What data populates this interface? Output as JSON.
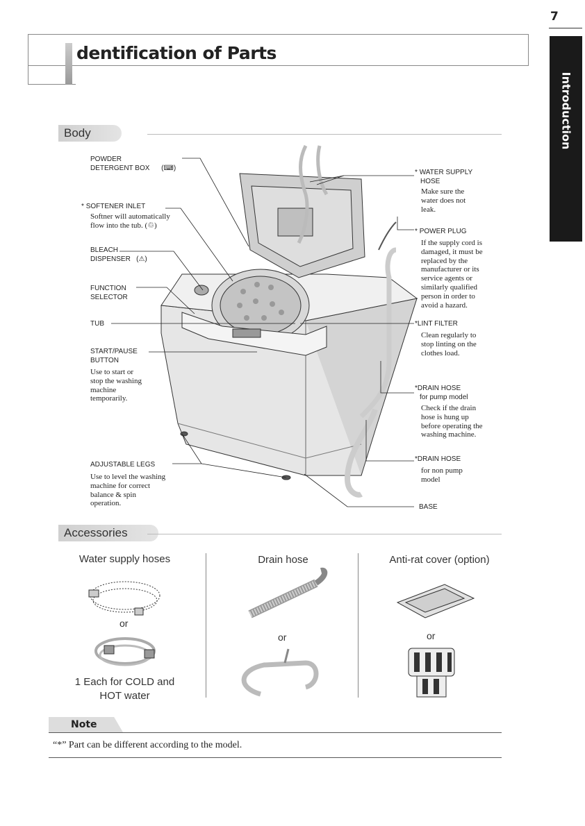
{
  "page_number": "7",
  "side_tab": "Introduction",
  "title": "dentification of Parts",
  "sections": {
    "body": "Body",
    "accessories": "Accessories"
  },
  "labels": {
    "powder": "POWDER",
    "powder2": "DETERGENT BOX",
    "powder_icon": "(⌨)",
    "softener_star": "*",
    "softener": "SOFTENER  INLET",
    "softener_desc1": "Softner will automatically",
    "softener_desc2": "flow into the tub.",
    "softener_icon": "(♲)",
    "bleach": "BLEACH",
    "bleach2": "DISPENSER",
    "bleach_icon": "(⚠)",
    "function": "FUNCTION",
    "function2": "SELECTOR",
    "tub": "TUB",
    "start": "START/PAUSE",
    "start2": "BUTTON",
    "start_desc": [
      "Use to start or",
      "stop the washing",
      "machine",
      "temporarily."
    ],
    "legs": "ADJUSTABLE LEGS",
    "legs_desc": [
      "Use to level the washing",
      "machine for correct",
      "balance & spin",
      "operation."
    ],
    "water_star": "*",
    "water": "WATER SUPPLY",
    "water2": "HOSE",
    "water_desc": [
      "Make sure the",
      "water does not",
      "leak."
    ],
    "plug_star": "*",
    "plug": "POWER PLUG",
    "plug_desc": [
      "If the supply cord is",
      "damaged, it must be",
      "replaced by the",
      "manufacturer or its",
      "service agents or",
      "similarly qualified",
      "person in order to",
      "avoid a hazard."
    ],
    "lint_star": "*",
    "lint": "LINT FILTER",
    "lint_desc": [
      "Clean regularly to",
      "stop linting on the",
      "clothes load."
    ],
    "drain_star": "*",
    "drain": "DRAIN HOSE",
    "drain2": "for pump model",
    "drain_desc": [
      "Check if the drain",
      "hose is hung up",
      "before operating the",
      "washing machine."
    ],
    "drain_np_star": "*",
    "drain_np": "DRAIN HOSE",
    "drain_np_desc": [
      "for non pump",
      "model"
    ],
    "base": "BASE"
  },
  "accessories": {
    "col1_title": "Water supply hoses",
    "col2_title": "Drain hose",
    "col3_title": "Anti-rat cover (option)",
    "or": "or",
    "col1_caption1": "1 Each for COLD and",
    "col1_caption2": "HOT water"
  },
  "note": {
    "heading": "Note",
    "text": "“*” Part can be different according to the model."
  }
}
